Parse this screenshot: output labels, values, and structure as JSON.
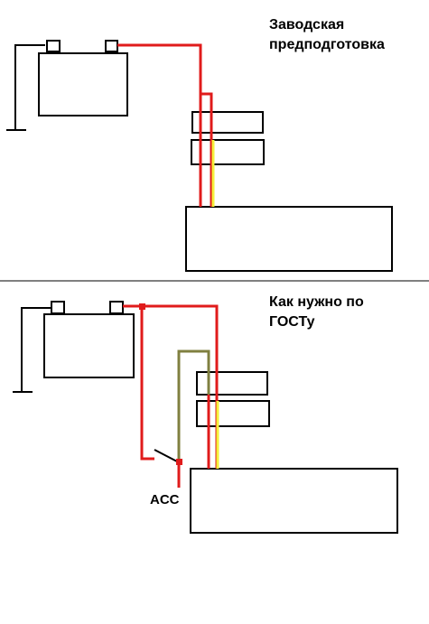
{
  "top": {
    "title_line1": "Заводская",
    "title_line2": "предподготовка"
  },
  "bottom": {
    "title_line1": "Как нужно по",
    "title_line2": "ГОСТу",
    "acc_label": "ACC"
  },
  "colors": {
    "outline": "#000000",
    "power_wire": "#e01b1b",
    "signal_wire": "#f5f03a",
    "acc_wire": "#808040",
    "background": "#ffffff"
  }
}
